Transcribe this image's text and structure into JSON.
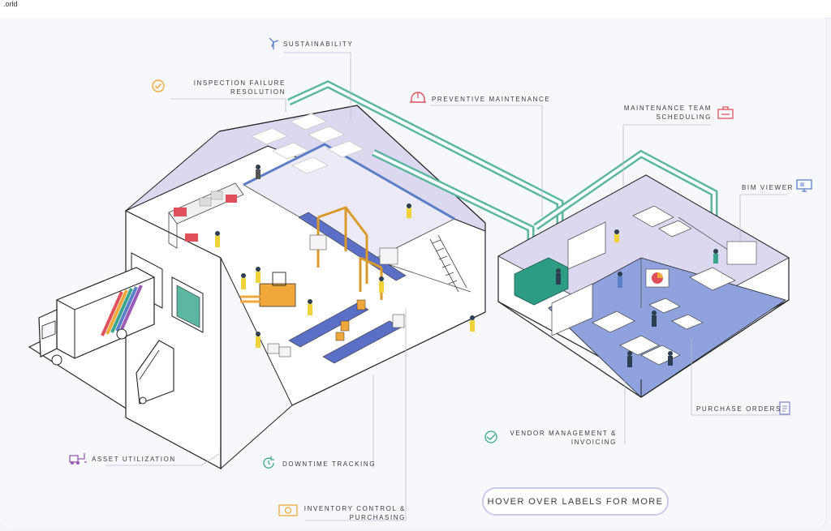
{
  "brand": ".orld",
  "hover_hint": "HOVER OVER LABELS FOR MORE",
  "labels": {
    "sustainability": "SUSTAINABILITY",
    "inspection_line1": "INSPECTION FAILURE",
    "inspection_line2": "RESOLUTION",
    "preventive": "PREVENTIVE MAINTENANCE",
    "team_line1": "MAINTENANCE TEAM",
    "team_line2": "SCHEDULING",
    "bim": "BIM VIEWER",
    "purchase": "PURCHASE ORDERS",
    "vendor_line1": "VENDOR MANAGEMENT &",
    "vendor_line2": "INVOICING",
    "asset": "ASSET UTILIZATION",
    "downtime": "DOWNTIME TRACKING",
    "inventory_line1": "INVENTORY CONTROL &",
    "inventory_line2": "PURCHASING"
  },
  "icons": {
    "sustainability": "wind-turbine-icon",
    "inspection": "check-badge-icon",
    "preventive": "hard-hat-icon",
    "team": "toolbox-icon",
    "bim": "monitor-icon",
    "purchase": "clipboard-icon",
    "vendor": "handshake-icon",
    "asset": "forklift-icon",
    "downtime": "refresh-clock-icon",
    "inventory": "money-icon"
  },
  "colors": {
    "sustainability": "#5b7fc7",
    "inspection": "#f0a83b",
    "preventive": "#e0505a",
    "team": "#e0505a",
    "bim": "#5b7fc7",
    "purchase": "#8b8bc7",
    "vendor": "#3aa58a",
    "asset": "#9b59b6",
    "downtime": "#3aa58a",
    "inventory": "#f0a83b",
    "duct": "#5db7a0",
    "floor": "#8fa2dd",
    "wall": "#d9d6ee"
  }
}
